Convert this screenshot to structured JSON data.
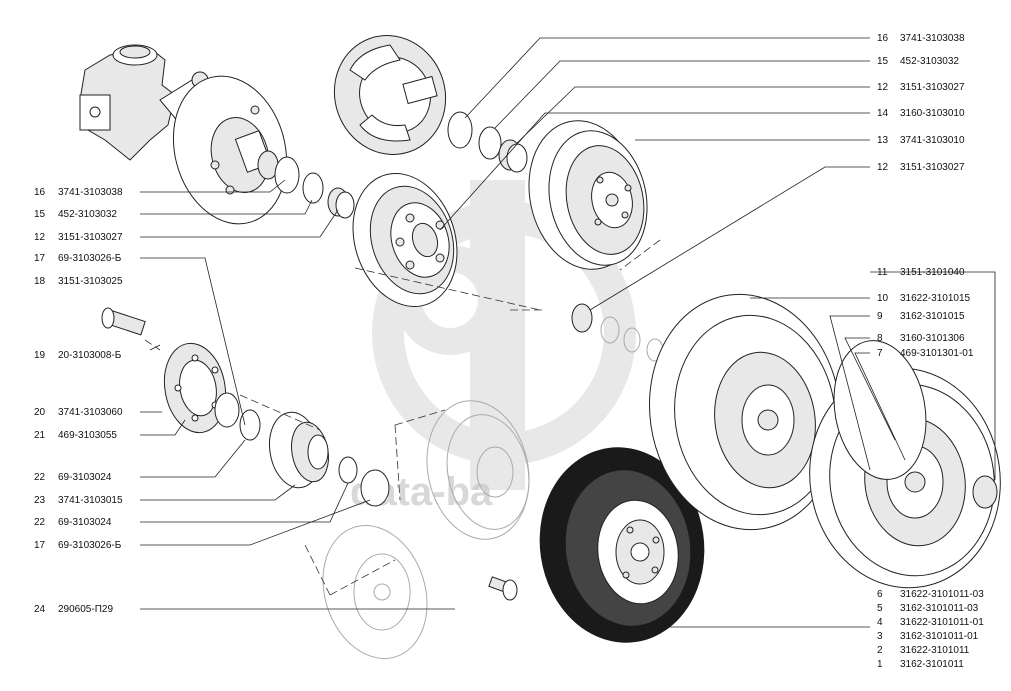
{
  "watermark": {
    "text": "data-ba"
  },
  "callouts_left": [
    {
      "num": "16",
      "code": "3741-3103038"
    },
    {
      "num": "15",
      "code": "452-3103032"
    },
    {
      "num": "12",
      "code": "3151-3103027"
    },
    {
      "num": "17",
      "code": "69-3103026-Б"
    },
    {
      "num": "18",
      "code": "3151-3103025"
    },
    {
      "num": "19",
      "code": "20-3103008-Б"
    },
    {
      "num": "20",
      "code": "3741-3103060"
    },
    {
      "num": "21",
      "code": "469-3103055"
    },
    {
      "num": "22",
      "code": "69-3103024"
    },
    {
      "num": "23",
      "code": "3741-3103015"
    },
    {
      "num": "22",
      "code": "69-3103024"
    },
    {
      "num": "17",
      "code": "69-3103026-Б"
    },
    {
      "num": "24",
      "code": "290605-П29"
    }
  ],
  "callouts_right": [
    {
      "num": "16",
      "code": "3741-3103038"
    },
    {
      "num": "15",
      "code": "452-3103032"
    },
    {
      "num": "12",
      "code": "3151-3103027"
    },
    {
      "num": "14",
      "code": "3160-3103010"
    },
    {
      "num": "13",
      "code": "3741-3103010"
    },
    {
      "num": "12",
      "code": "3151-3103027"
    },
    {
      "num": "11",
      "code": "3151-3101040"
    },
    {
      "num": "10",
      "code": "31622-3101015"
    },
    {
      "num": "9",
      "code": "3162-3101015"
    },
    {
      "num": "8",
      "code": "3160-3101306"
    },
    {
      "num": "7",
      "code": "469-3101301-01"
    },
    {
      "num": "6",
      "code": "31622-3101011-03"
    },
    {
      "num": "5",
      "code": "3162-3101011-03"
    },
    {
      "num": "4",
      "code": "31622-3101011-01"
    },
    {
      "num": "3",
      "code": "3162-3101011-01"
    },
    {
      "num": "2",
      "code": "31622-3101011"
    },
    {
      "num": "1",
      "code": "3162-3101011"
    }
  ],
  "icons": [
    "knuckle-icon",
    "brake-shield-icon",
    "brake-disc-icon",
    "brake-drum-icon",
    "tire-icon",
    "wheel-rim-icon",
    "hub-icon",
    "wheel-stud-icon",
    "bearing-icon",
    "seal-ring-icon"
  ]
}
